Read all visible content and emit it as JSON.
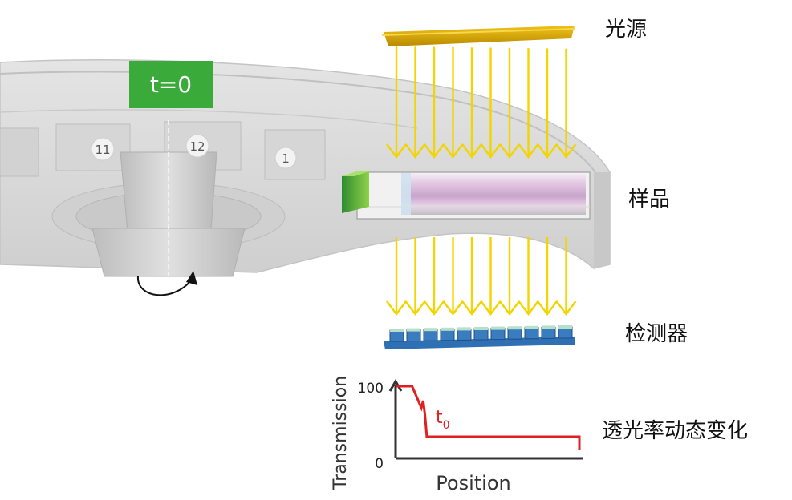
{
  "labels": {
    "light_source": "光源",
    "sample": "样品",
    "detector": "检测器",
    "transmission_change": "透光率动态变化"
  },
  "rotor": {
    "time_badge": "t=0",
    "positions": [
      "11",
      "12",
      "1"
    ]
  },
  "chart_data": {
    "type": "line",
    "xlabel": "Position",
    "ylabel": "Transmission",
    "y_ticks": [
      "100",
      "0"
    ],
    "ylim": [
      0,
      100
    ],
    "xlim": [
      0,
      100
    ],
    "series": [
      {
        "name": "t0",
        "x": [
          0,
          9,
          14,
          15,
          16,
          17,
          100,
          100
        ],
        "y": [
          100,
          100,
          70,
          80,
          60,
          30,
          30,
          12
        ]
      }
    ],
    "annotation": {
      "base": "t",
      "sub": "0"
    }
  },
  "colors": {
    "rotor": "#dcdcdc",
    "light": "#f2d500",
    "source_bar": "#d9a800",
    "detector": "#2f6fb3",
    "badge": "#3aab3a",
    "curve": "#e02020",
    "axis": "#333333"
  }
}
